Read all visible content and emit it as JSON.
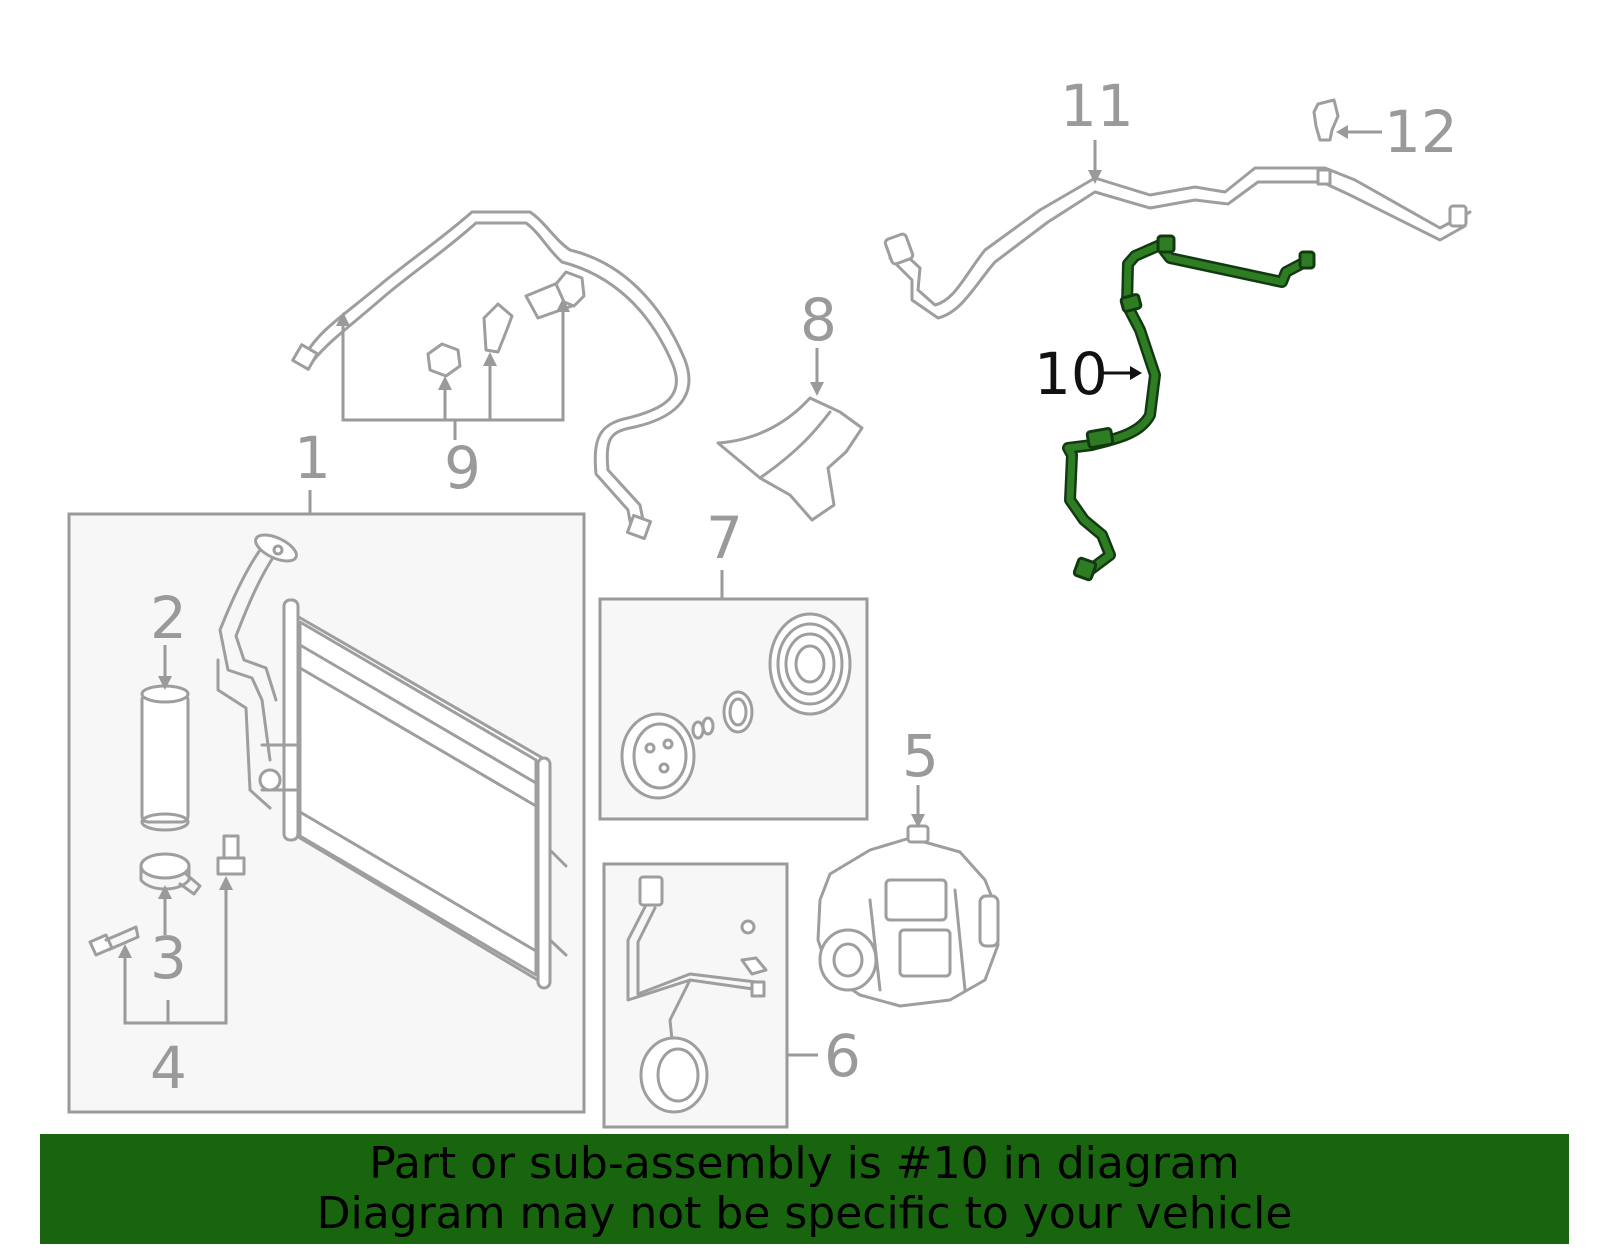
{
  "callouts": {
    "c1": "1",
    "c2": "2",
    "c3": "3",
    "c4": "4",
    "c5": "5",
    "c6": "6",
    "c7": "7",
    "c8": "8",
    "c9": "9",
    "c10": "10",
    "c11": "11",
    "c12": "12"
  },
  "highlight": {
    "part_number": "10",
    "color": "#2f7d22"
  },
  "banner": {
    "line1": "Part or sub-assembly is #10 in diagram",
    "line2": "Diagram may not be specific to your vehicle",
    "background": "#18640f"
  }
}
